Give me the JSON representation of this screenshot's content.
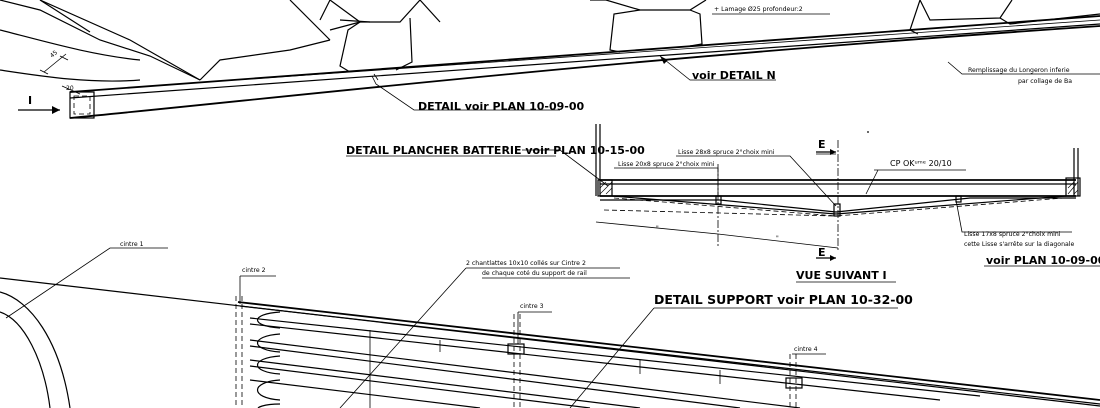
{
  "labels": {
    "lamage": "+ Lamage Ø25 profondeur:2",
    "remplissage_1": "Remplissage du Longeron inferie",
    "remplissage_2": "par collage de Ba",
    "voir_detail_n": "voir DETAIL N",
    "detail_plan_10_09": "DETAIL voir PLAN 10-09-00",
    "section_mark_i": "I",
    "dim_45": "45",
    "dim_20": "20",
    "detail_plancher": "DETAIL PLANCHER BATTERIE voir PLAN 10-15-00",
    "lisse_28x8": "Lisse 28x8 spruce 2°choix mini",
    "lisse_20x8": "Lisse 20x8 spruce 2°choix mini",
    "section_e_top": "E",
    "section_e_bottom": "E",
    "cp_okume": "CP OKᵘᵐᵉ 20/10",
    "dim_tick_1": "\"",
    "dim_tick_2": "\"",
    "lisse_17x8": "Lisse 17x8 spruce 2°choix mini",
    "lisse_arrete": "cette Lisse s'arrête sur la diagonale",
    "voir_plan_10_09": "voir PLAN 10-09-00",
    "vue_suivant": "VUE SUIVANT I",
    "cintre_1": "cintre 1",
    "cintre_2": "cintre 2",
    "chantlattes_1": "2 chantlattes 10x10 collés sur Cintre 2",
    "chantlattes_2": "de chaque coté du support de rail",
    "cintre_3": "cintre 3",
    "detail_support": "DETAIL SUPPORT voir PLAN 10-32-00",
    "cintre_4": "cintre 4"
  }
}
